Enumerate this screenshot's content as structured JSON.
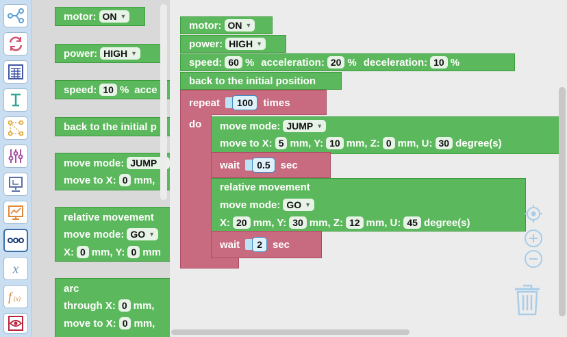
{
  "sidebar": {
    "categories": [
      {
        "name": "share-icon"
      },
      {
        "name": "refresh-icon"
      },
      {
        "name": "calculator-icon"
      },
      {
        "name": "text-icon"
      },
      {
        "name": "nodes-icon"
      },
      {
        "name": "sliders-icon"
      },
      {
        "name": "monitor-icon"
      },
      {
        "name": "chart-icon"
      },
      {
        "name": "more-icon"
      },
      {
        "name": "variable-icon"
      },
      {
        "name": "function-icon"
      },
      {
        "name": "eye-icon"
      }
    ]
  },
  "flyout": {
    "motor": {
      "label": "motor:",
      "value": "ON"
    },
    "power": {
      "label": "power:",
      "value": "HIGH"
    },
    "speed": {
      "label": "speed:",
      "value": "10",
      "unit": "%",
      "extra": "acce"
    },
    "back": {
      "label": "back to the initial p"
    },
    "move": {
      "mode_label": "move mode:",
      "mode_value": "JUMP",
      "to_label": "move to X:",
      "x": "0",
      "x_unit": "mm,"
    },
    "relative": {
      "title": "relative movement",
      "mode_label": "move mode:",
      "mode_value": "GO",
      "x_label": "X:",
      "x": "0",
      "x_unit": "mm, Y:",
      "y": "0",
      "y_unit": "mm"
    },
    "arc": {
      "title": "arc",
      "through_label": "through X:",
      "through_x": "0",
      "through_unit": "mm,",
      "to_label": "move to X:",
      "to_x": "0",
      "to_unit": "mm,"
    }
  },
  "workspace": {
    "motor": {
      "label": "motor:",
      "value": "ON"
    },
    "power": {
      "label": "power:",
      "value": "HIGH"
    },
    "speed": {
      "label": "speed:",
      "speed": "60",
      "p1": "%",
      "accel_label": "acceleration:",
      "accel": "20",
      "p2": "%",
      "decel_label": "deceleration:",
      "decel": "10",
      "p3": "%"
    },
    "back": {
      "label": "back to the initial position"
    },
    "repeat": {
      "label": "repeat",
      "count": "100",
      "times": "times",
      "do": "do"
    },
    "move": {
      "mode_label": "move mode:",
      "mode_value": "JUMP",
      "to_label": "move to X:",
      "x": "5",
      "xu": "mm, Y:",
      "y": "10",
      "yu": "mm, Z:",
      "z": "0",
      "zu": "mm, U:",
      "u": "30",
      "uu": "degree(s)"
    },
    "wait1": {
      "label": "wait",
      "value": "0.5",
      "unit": "sec"
    },
    "relative": {
      "title": "relative movement",
      "mode_label": "move mode:",
      "mode_value": "GO",
      "x_label": "X:",
      "x": "20",
      "xu": "mm, Y:",
      "y": "30",
      "yu": "mm, Z:",
      "z": "12",
      "zu": "mm, U:",
      "u": "45",
      "uu": "degree(s)"
    },
    "wait2": {
      "label": "wait",
      "value": "2",
      "unit": "sec"
    }
  },
  "colors": {
    "block_green": "#5cb85c",
    "block_red": "#c86a80",
    "field_blue": "#3a8fc9",
    "sidebar": "#c9def0"
  }
}
